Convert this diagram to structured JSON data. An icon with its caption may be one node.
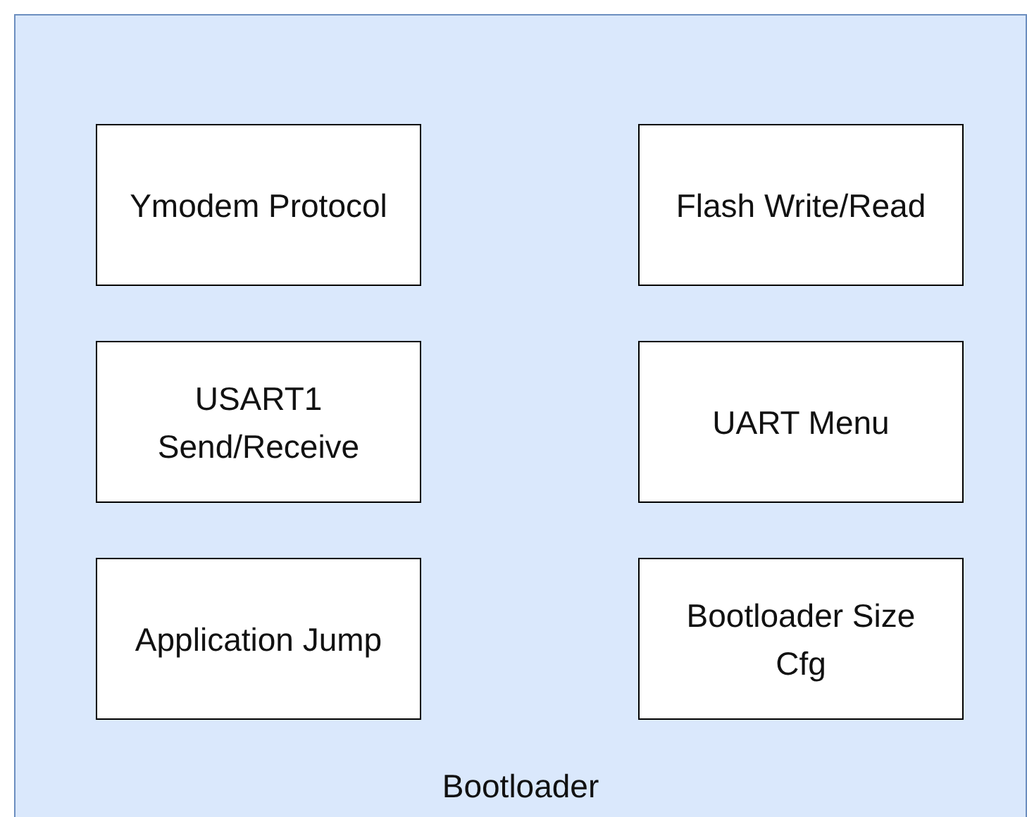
{
  "diagram": {
    "nodes": [
      {
        "text": [
          "Bootloader"
        ]
      },
      {
        "text": [
          "Ymodem Protocol"
        ],
        "in": 0
      },
      {
        "text": [
          "Flash Write/Read"
        ],
        "in": 0
      },
      {
        "text": [
          "USART1 Send/Receive"
        ],
        "in": 0
      },
      {
        "text": [
          "UART Menu"
        ],
        "in": 0
      },
      {
        "text": [
          "Application Jump"
        ],
        "in": 0
      },
      {
        "text": [
          "Bootloader Size Cfg"
        ],
        "in": 0
      }
    ]
  }
}
